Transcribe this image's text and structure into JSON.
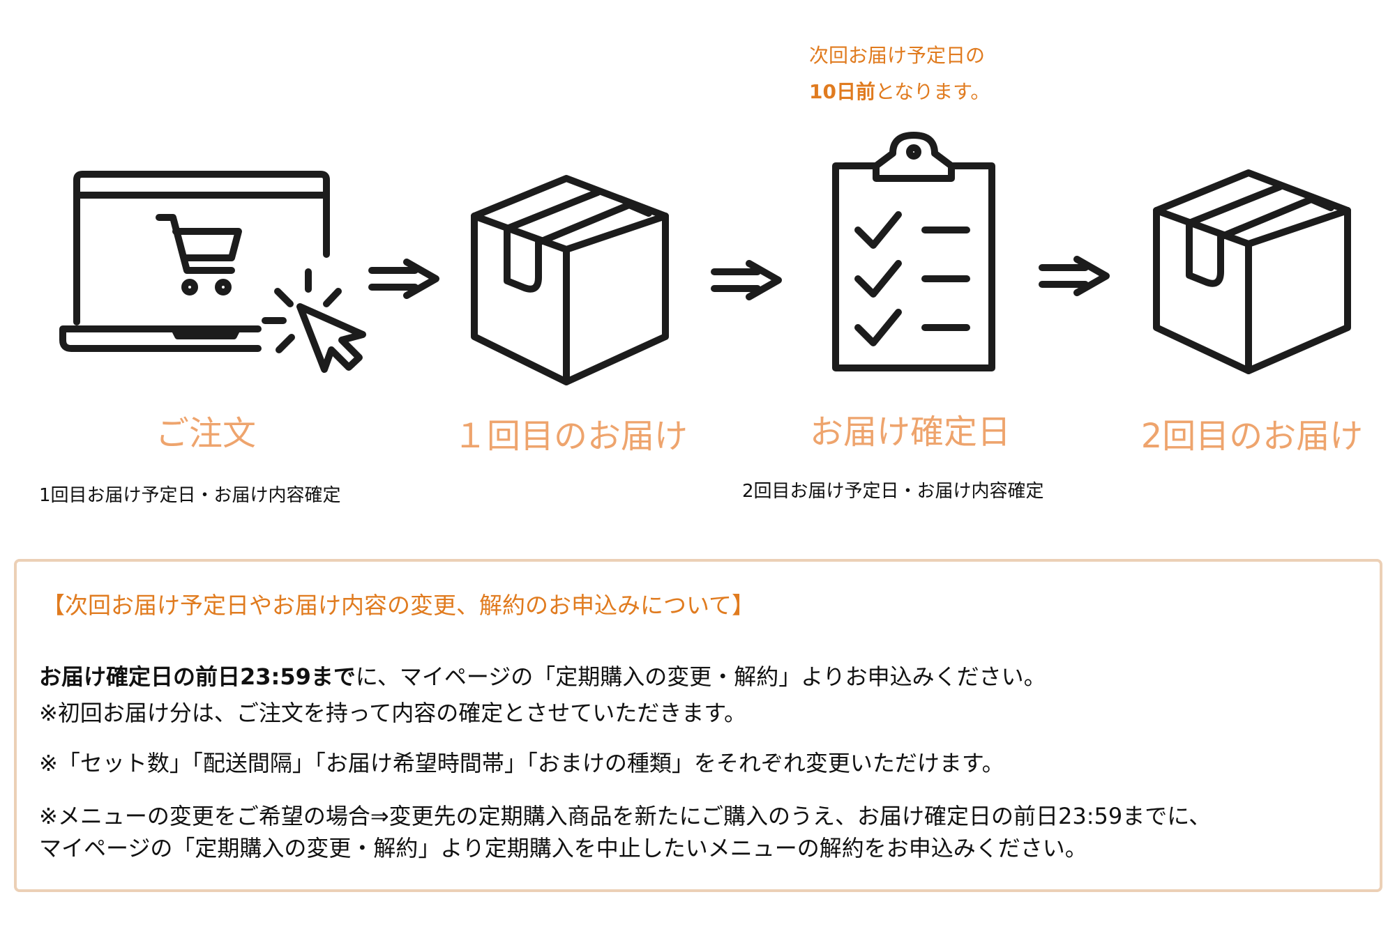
{
  "top_note": {
    "line1": "次回お届け予定日の",
    "line2_bold": "10日前",
    "line2_rest": "となります。"
  },
  "steps": [
    {
      "label": "ご注文",
      "icon": "laptop-cart-click-icon",
      "sub": "1回目お届け予定日・お届け内容確定"
    },
    {
      "label": "１回目のお届け",
      "icon": "package-box-icon"
    },
    {
      "label": "お届け確定日",
      "icon": "clipboard-checklist-icon",
      "sub": "2回目お届け予定日・お届け内容確定"
    },
    {
      "label": "2回目のお届け",
      "icon": "package-box-icon"
    }
  ],
  "arrows": [
    "double-arrow-right-icon",
    "double-arrow-right-icon",
    "double-arrow-right-icon"
  ],
  "info": {
    "title": "【次回お届け予定日やお届け内容の変更、解約のお申込みについて】",
    "line1_bold": "お届け確定日の前日23:59まで",
    "line1_rest": "に、マイページの「定期購入の変更・解約」よりお申込みください。",
    "line2": "※初回お届け分は、ご注文を持って内容の確定とさせていただきます。",
    "line3": "※「セット数」「配送間隔」「お届け希望時間帯」「おまけの種類」をそれぞれ変更いただけます。",
    "line4": "※メニューの変更をご希望の場合⇒変更先の定期購入商品を新たにご購入のうえ、お届け確定日の前日23:59までに、",
    "line5": "マイページの「定期購入の変更・解約」より定期購入を中止したいメニューの解約をお申込みください。"
  },
  "colors": {
    "accent": "#e07b1f",
    "label": "#eea46d",
    "border": "#ecd0b6",
    "icon": "#1c1c1c"
  }
}
